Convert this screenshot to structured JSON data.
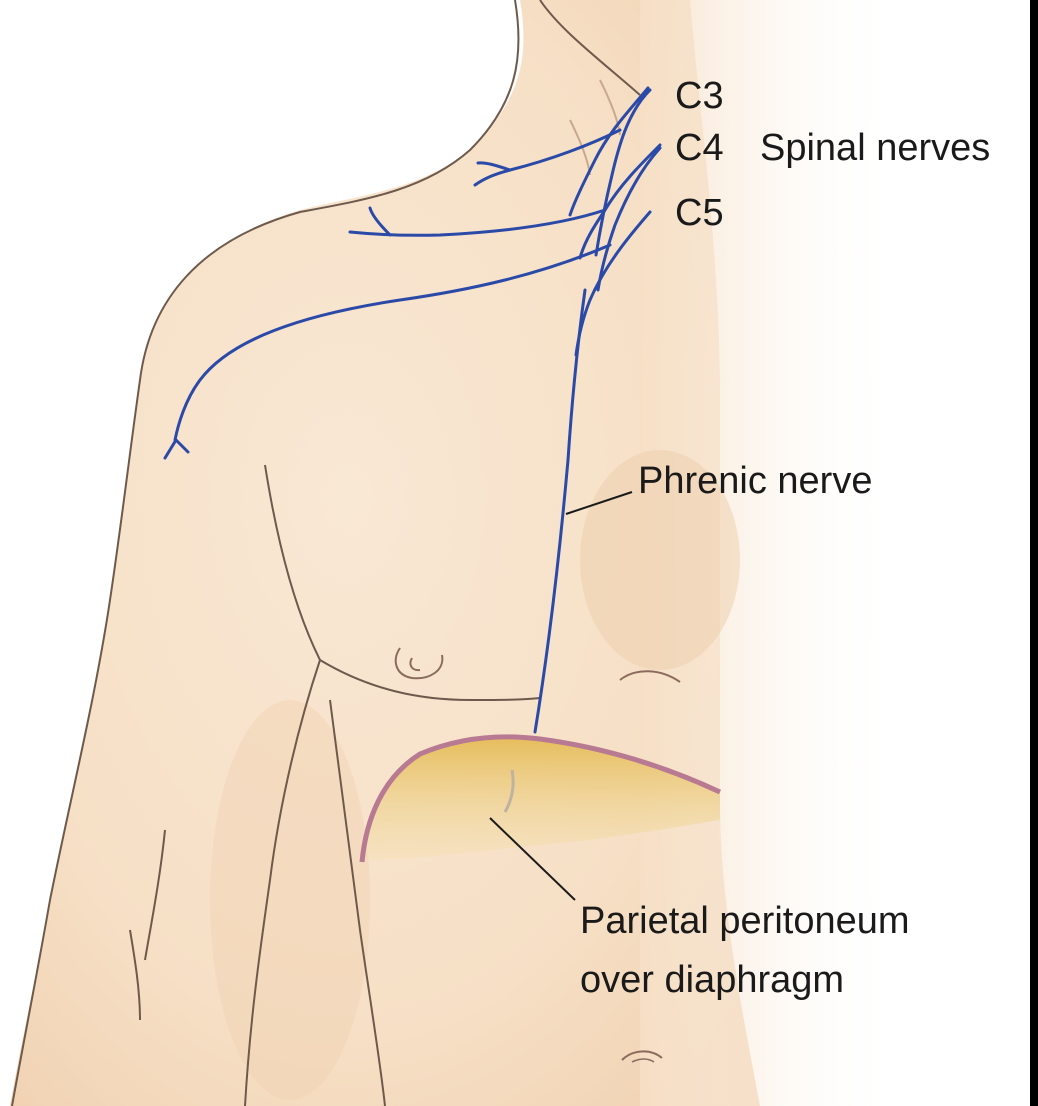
{
  "labels": {
    "c3": "C3",
    "c4": "C4",
    "c5": "C5",
    "spinal_nerves": "Spinal nerves",
    "phrenic_nerve": "Phrenic nerve",
    "parietal_line1": "Parietal peritoneum",
    "parietal_line2": "over diaphragm"
  },
  "colors": {
    "skin": "#f7e3cc",
    "skin_shadow": "#ecc9a6",
    "outline": "#6e5a4c",
    "nerve": "#2b4aa8",
    "peritoneum_fill": "#e8c46a",
    "peritoneum_edge": "#b87a92",
    "leader": "#1a1a1a"
  }
}
